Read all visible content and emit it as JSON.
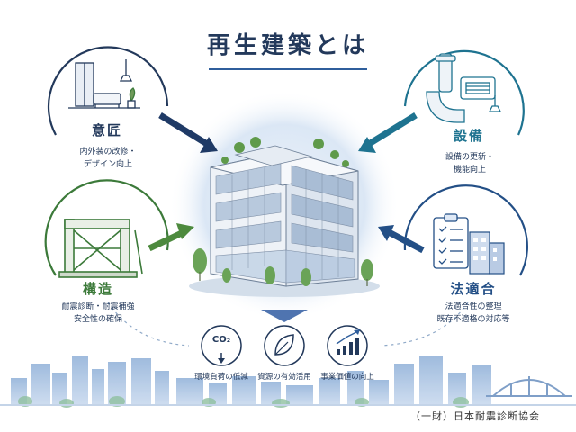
{
  "title": "再生建築とは",
  "pillars": {
    "design": {
      "label": "意匠",
      "lines": [
        "内外装の改修・",
        "デザイン向上"
      ]
    },
    "equipment": {
      "label": "設備",
      "lines": [
        "設備の更新・",
        "機能向上"
      ]
    },
    "structure": {
      "label": "構造",
      "lines": [
        "耐震診断・耐震補強",
        "安全性の確保"
      ]
    },
    "compliance": {
      "label": "法適合",
      "lines": [
        "法適合性の整理",
        "既存不適格の対応等"
      ]
    }
  },
  "benefits": [
    {
      "label": "環境負荷の低減",
      "icon": "co2-icon",
      "icon_text": "CO₂"
    },
    {
      "label": "資源の有効活用",
      "icon": "leaf-icon"
    },
    {
      "label": "事業価値の向上",
      "icon": "growth-chart-icon"
    }
  ],
  "footer": "（一財）日本耐震診断協会",
  "colors": {
    "navy": "#23395b",
    "teal": "#1e7390",
    "green": "#3c7a3a",
    "blue": "#234f86",
    "sky": "#dfe9f6"
  }
}
